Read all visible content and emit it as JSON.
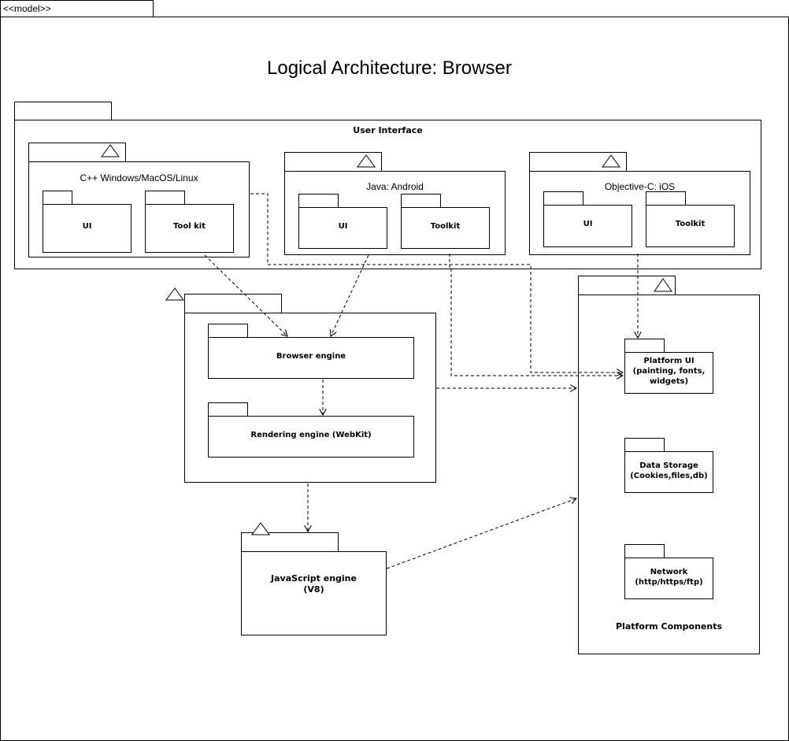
{
  "model_tab": "<<model>>",
  "title": "Logical Architecture: Browser",
  "user_interface": {
    "label": "User Interface",
    "cpp": {
      "label": "C++ Windows/MacOS/Linux",
      "ui": "UI",
      "toolkit": "Tool kit"
    },
    "java": {
      "label": "Java: Android",
      "ui": "UI",
      "toolkit": "Toolkit"
    },
    "objc": {
      "label": "Objective-C: iOS",
      "ui": "UI",
      "toolkit": "Toolkit"
    }
  },
  "engines": {
    "browser_engine": "Browser engine",
    "rendering_engine": "Rendering engine (WebKit)",
    "javascript_engine_line1": "JavaScript engine",
    "javascript_engine_line2": "(V8)"
  },
  "platform": {
    "label": "Platform Components",
    "platform_ui_line1": "Platform UI",
    "platform_ui_line2": "(painting, fonts,",
    "platform_ui_line3": "widgets)",
    "data_storage_line1": "Data Storage",
    "data_storage_line2": "(Cookies,files,db)",
    "network_line1": "Network",
    "network_line2": "(http/https/ftp)"
  }
}
